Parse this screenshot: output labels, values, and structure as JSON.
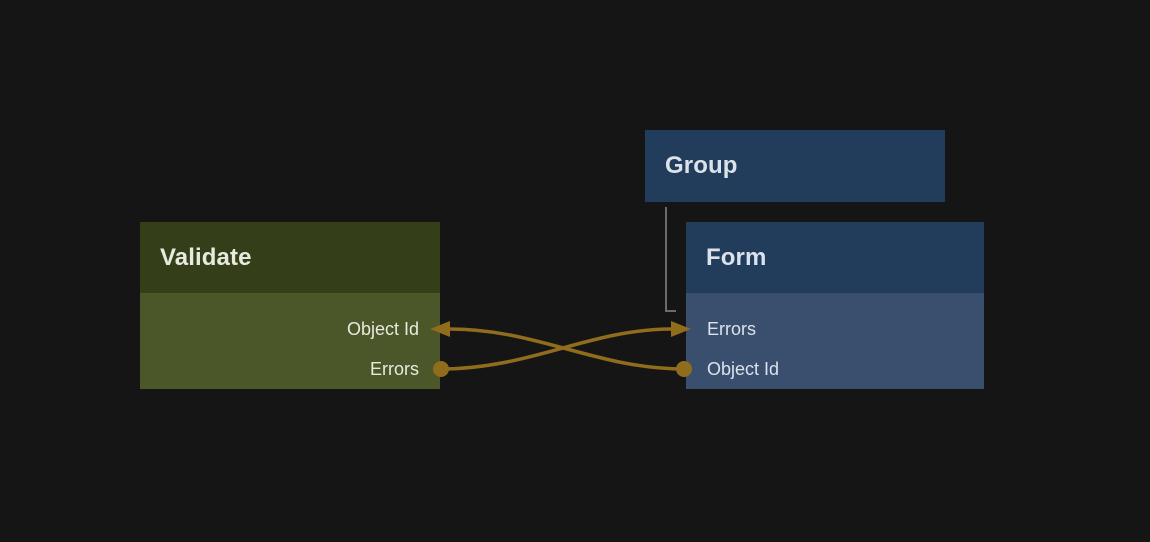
{
  "canvas": {
    "background": "#151515"
  },
  "nodes": [
    {
      "title": "Validate",
      "header_color": "#343e19",
      "body_color": "#4b5629",
      "text_color": "#e7eadf",
      "fields": [
        {
          "label": "Object Id",
          "port": "input-arrow"
        },
        {
          "label": "Errors",
          "port": "output-dot"
        }
      ]
    },
    {
      "title": "Group",
      "header_color": "#223c5b",
      "text_color": "#dce2ea",
      "fields": []
    },
    {
      "title": "Form",
      "header_color": "#223c5b",
      "body_color": "#3a4e6d",
      "text_color": "#dce2ea",
      "fields": [
        {
          "label": "Errors",
          "port": "input-arrow"
        },
        {
          "label": "Object Id",
          "port": "output-dot"
        }
      ]
    }
  ],
  "connections": [
    {
      "from": "Validate.Errors",
      "to": "Form.Errors",
      "style": "curve",
      "color": "#906c1d"
    },
    {
      "from": "Form.Object Id",
      "to": "Validate.Object Id",
      "style": "curve",
      "color": "#906c1d"
    },
    {
      "from": "Group",
      "to": "Form",
      "style": "elbow",
      "color": "#6b6b6b"
    }
  ],
  "colors": {
    "wire": "#906c1d",
    "hierarchy_line": "#6b6b6b"
  }
}
